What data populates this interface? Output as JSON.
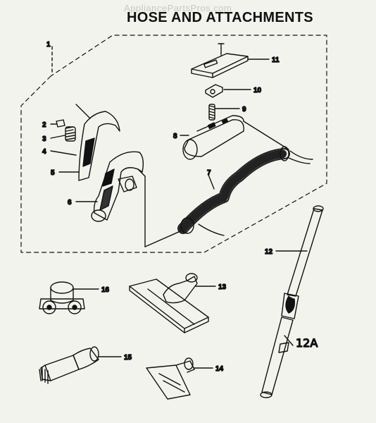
{
  "watermark": "AppliancePartsPros.com",
  "title": "HOSE AND ATTACHMENTS",
  "callouts": [
    "1",
    "2",
    "3",
    "4",
    "5",
    "6",
    "7",
    "8",
    "9",
    "10",
    "11",
    "12",
    "13",
    "14",
    "15",
    "16"
  ],
  "handwritten": "12A"
}
